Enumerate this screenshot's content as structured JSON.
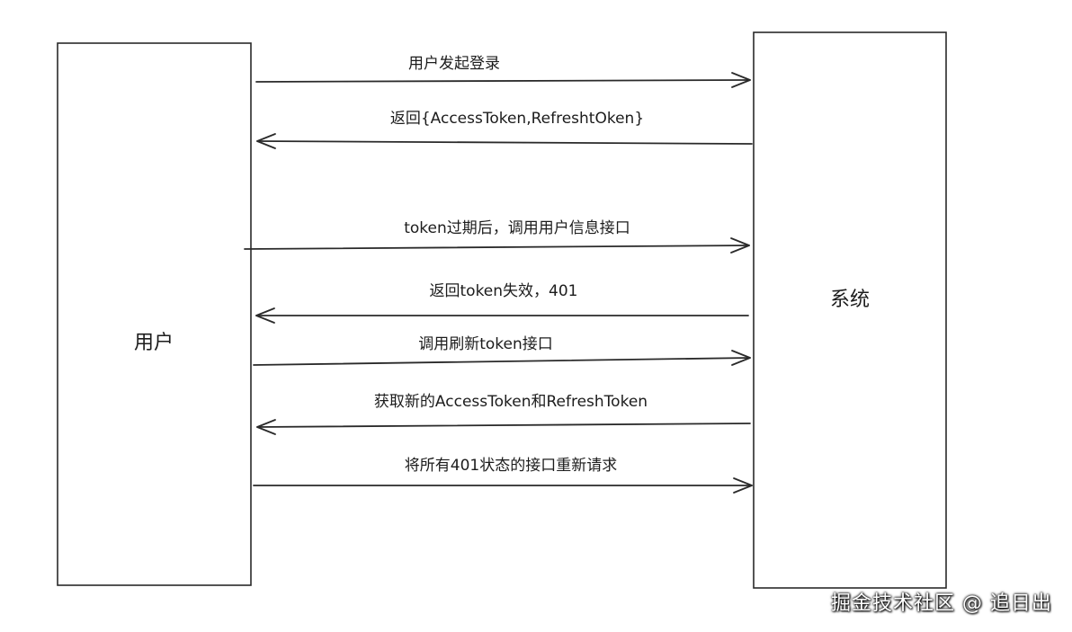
{
  "actors": {
    "left": "用户",
    "right": "系统"
  },
  "messages": [
    {
      "label": "用户发起登录",
      "direction": "right"
    },
    {
      "label": "返回{AccessToken,RefreshtOken}",
      "direction": "left"
    },
    {
      "label": "token过期后，调用用户信息接口",
      "direction": "right"
    },
    {
      "label": "返回token失效，401",
      "direction": "left"
    },
    {
      "label": "调用刷新token接口",
      "direction": "right"
    },
    {
      "label": "获取新的AccessToken和RefreshToken",
      "direction": "left"
    },
    {
      "label": "将所有401状态的接口重新请求",
      "direction": "right"
    }
  ],
  "watermark": "掘金技术社区 @ 追日出"
}
